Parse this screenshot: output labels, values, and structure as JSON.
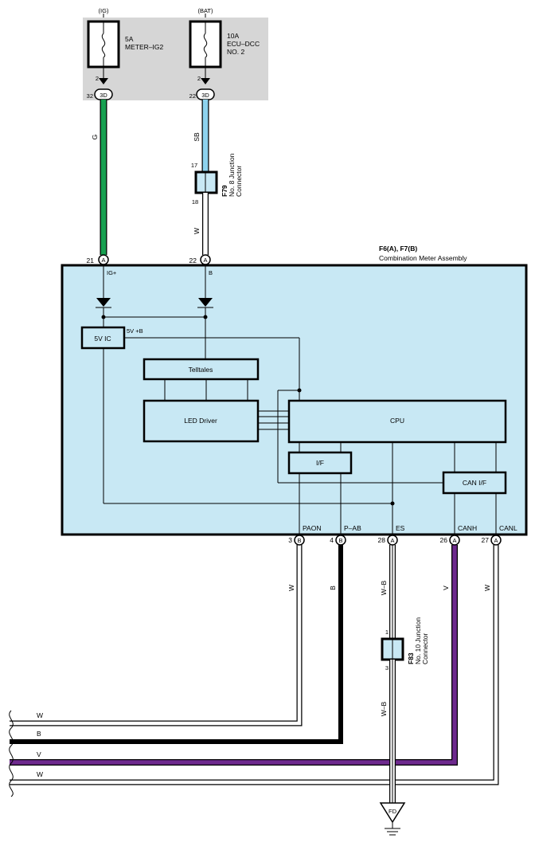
{
  "colors": {
    "fuse_block_bg": "#d6d6d6",
    "meter_bg": "#c8e8f4",
    "wire_G": "#17a050",
    "wire_SB": "#8ed3ee",
    "wire_B": "#000000",
    "wire_V": "#6e2a8e",
    "wire_W": "#ffffff"
  },
  "fuses": [
    {
      "source": "(IG)",
      "amp": "5A",
      "name": "METER–IG2",
      "name2": "",
      "pin": "2",
      "conn_pin": "32",
      "conn": "3D"
    },
    {
      "source": "(BAT)",
      "amp": "10A",
      "name": "ECU–DCC",
      "name2": "NO. 2",
      "pin": "2",
      "conn_pin": "22",
      "conn": "3D"
    }
  ],
  "wires": {
    "ig_wire": "G",
    "bat_wire_upper": "SB",
    "bat_wire_lower": "W",
    "paon_wire": "W",
    "pab_wire": "B",
    "es_wire_upper": "W–B",
    "es_wire_lower": "W–B",
    "canh_wire": "V",
    "canl_wire": "W"
  },
  "junction_f79": {
    "pin_top": "17",
    "pin_bottom": "18",
    "id": "F79",
    "line1": "No. 8 Junction",
    "line2": "Connector"
  },
  "junction_f83": {
    "pin_top": "1",
    "pin_bottom": "3",
    "id": "F83",
    "line1": "No. 10 Junction",
    "line2": "Connector"
  },
  "meter": {
    "title_line1": "F6(A), F7(B)",
    "title_line2": "Combination Meter Assembly",
    "top_pins": [
      {
        "num": "21",
        "conn": "A",
        "label": "IG+"
      },
      {
        "num": "22",
        "conn": "A",
        "label": "B"
      }
    ],
    "blocks": {
      "ic": "5V IC",
      "ic_label": "5V +B",
      "telltales": "Telltales",
      "led_driver": "LED Driver",
      "cpu": "CPU",
      "if": "I/F",
      "can_if": "CAN I/F"
    },
    "bottom_pins": [
      {
        "num": "3",
        "conn": "B",
        "label": "PAON"
      },
      {
        "num": "4",
        "conn": "B",
        "label": "P–AB"
      },
      {
        "num": "28",
        "conn": "A",
        "label": "ES"
      },
      {
        "num": "26",
        "conn": "A",
        "label": "CANH"
      },
      {
        "num": "27",
        "conn": "A",
        "label": "CANL"
      }
    ]
  },
  "bus": [
    "W",
    "B",
    "V",
    "W"
  ],
  "ground": "FD"
}
